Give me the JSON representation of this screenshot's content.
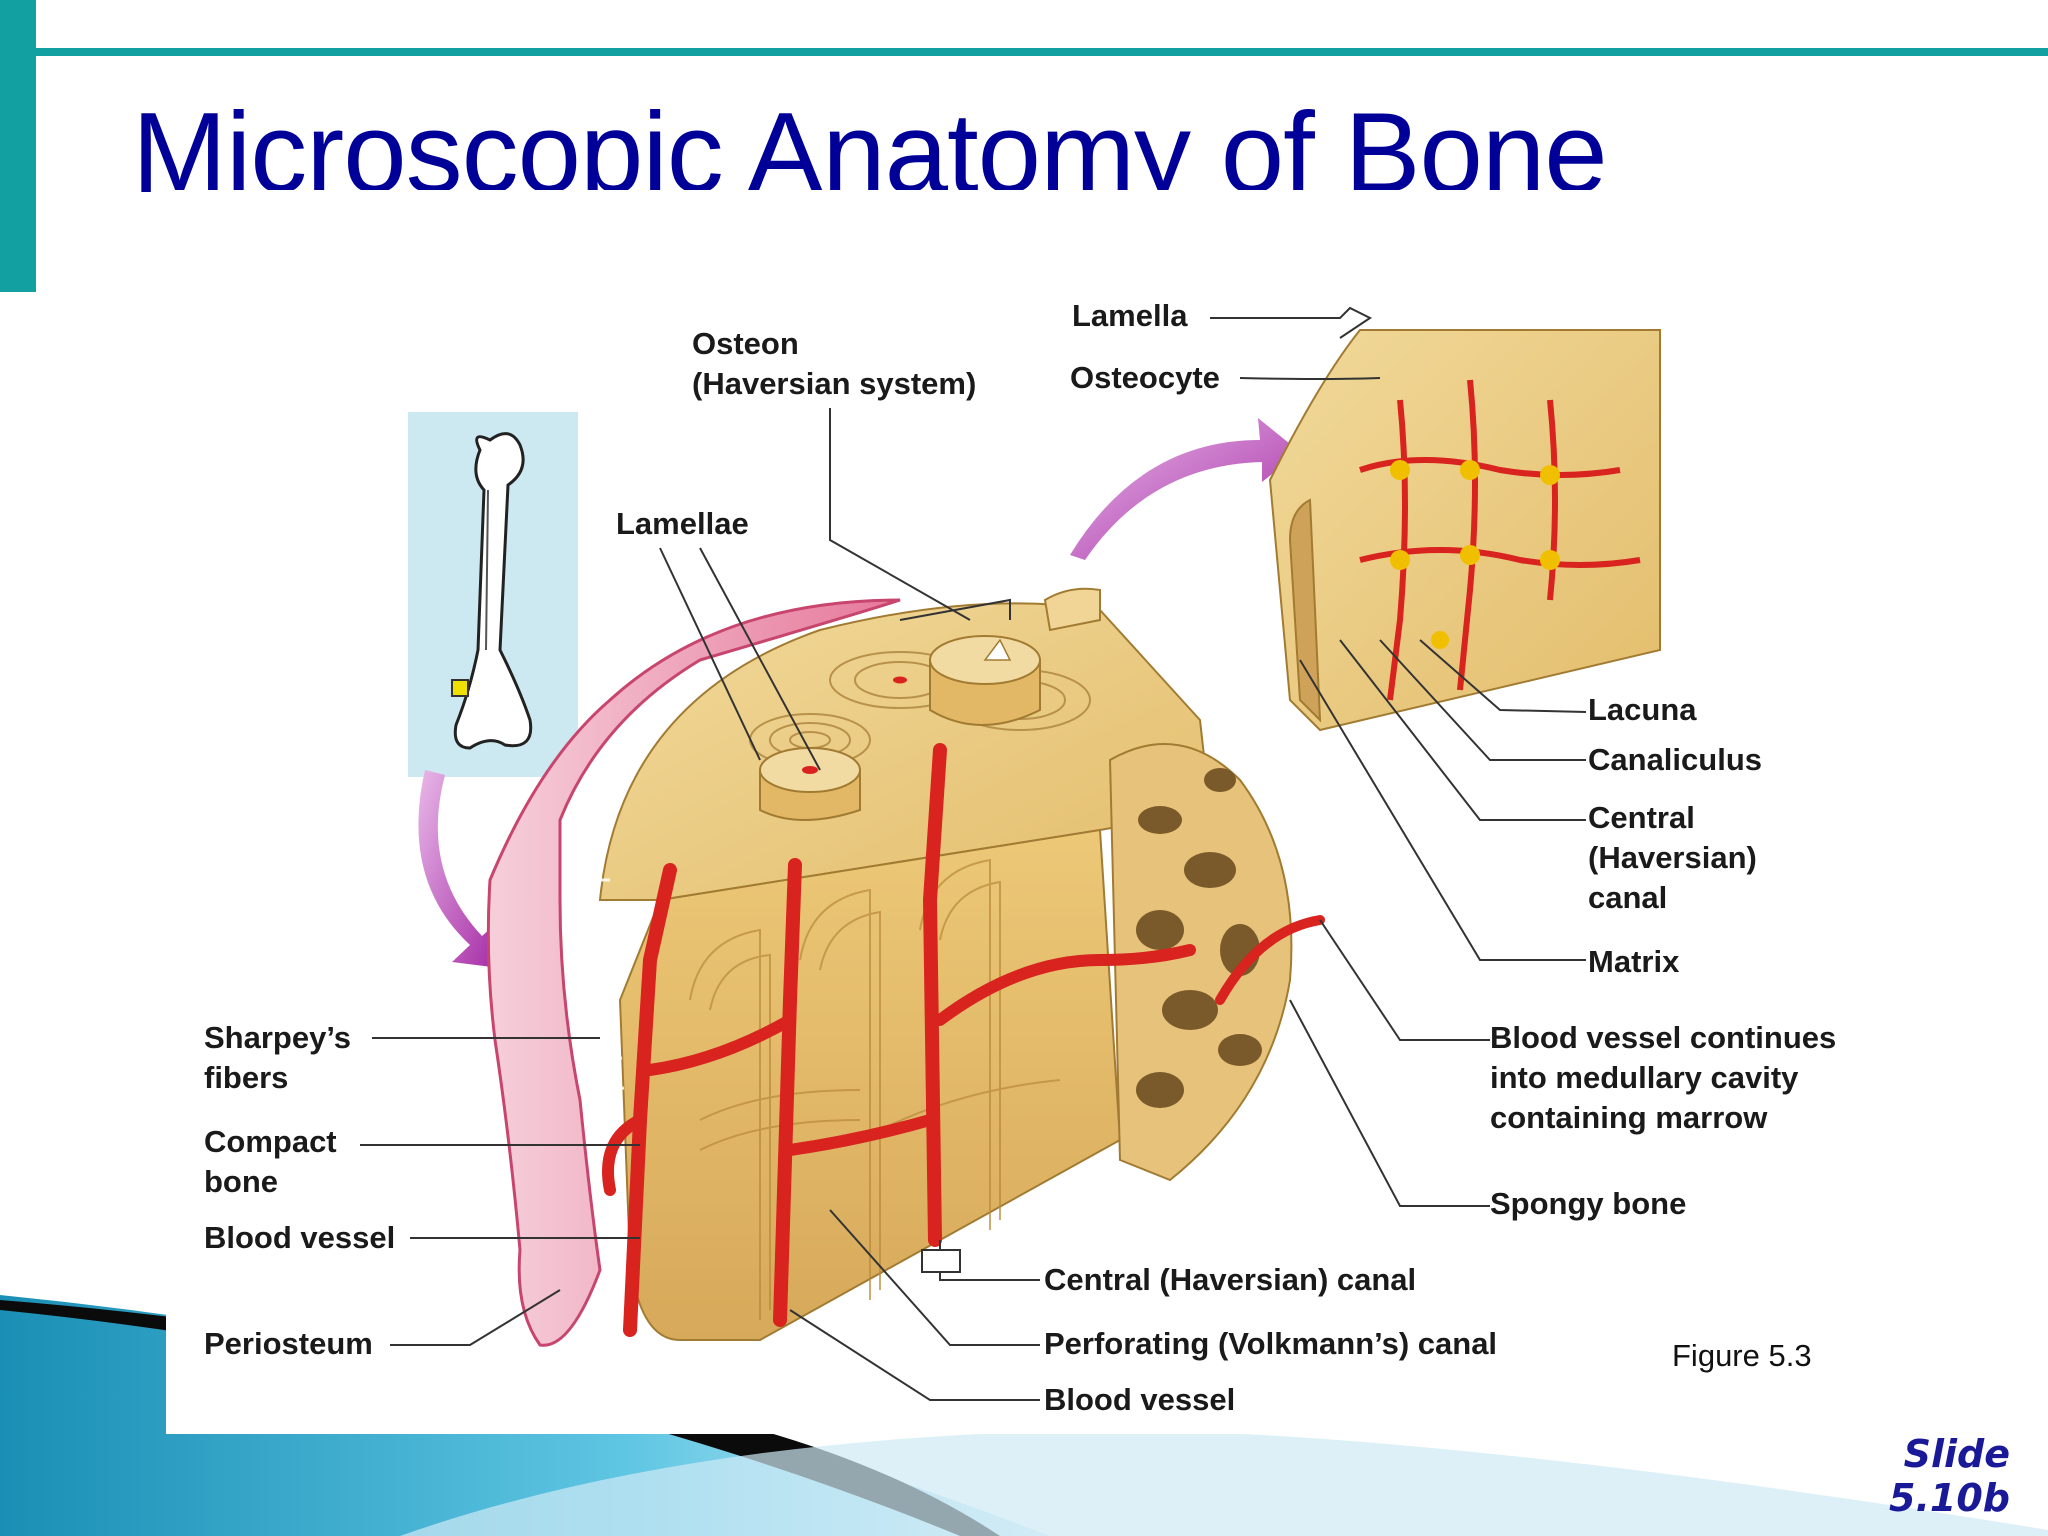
{
  "slide": {
    "title": "Microscopic Anatomy of Bone",
    "figure_caption": "Figure 5.3",
    "slide_number_line1": "Slide",
    "slide_number_line2": "5.10b"
  },
  "colors": {
    "accent_teal": "#12a0a0",
    "title_blue": "#000099",
    "bone_tan": "#e9c97a",
    "vessel_red": "#d8231f",
    "periosteum_pink": "#f2b6c6",
    "arrow_magenta": "#b33ab3"
  },
  "labels": {
    "lamella": "Lamella",
    "osteocyte": "Osteocyte",
    "osteon_line1": "Osteon",
    "osteon_line2": "(Haversian system)",
    "lamellae": "Lamellae",
    "lacuna": "Lacuna",
    "canaliculus": "Canaliculus",
    "central_canal_line1": "Central",
    "central_canal_line2": "(Haversian)",
    "central_canal_line3": "canal",
    "matrix": "Matrix",
    "blood_vessel_continues_line1": "Blood vessel continues",
    "blood_vessel_continues_line2": "into medullary cavity",
    "blood_vessel_continues_line3": "containing marrow",
    "spongy_bone": "Spongy bone",
    "sharpeys_line1": "Sharpey’s",
    "sharpeys_line2": "fibers",
    "compact_line1": "Compact",
    "compact_line2": "bone",
    "blood_vessel_left": "Blood vessel",
    "periosteum": "Periosteum",
    "central_haversian_canal_bottom": "Central (Haversian) canal",
    "perforating_canal": "Perforating (Volkmann’s) canal",
    "blood_vessel_bottom": "Blood vessel"
  }
}
